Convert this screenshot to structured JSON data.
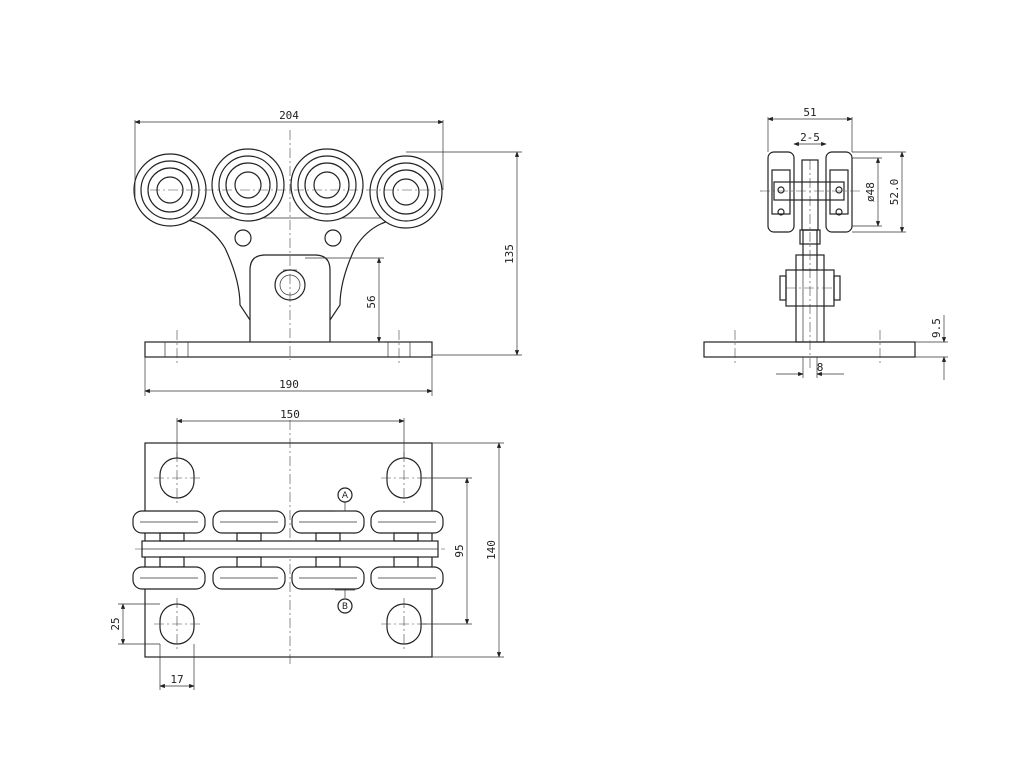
{
  "dimensions": {
    "front_width_top": "204",
    "front_height": "135",
    "front_axle_height": "56",
    "front_base_width": "190",
    "side_width": "51",
    "side_gap": "2-5",
    "side_dia_small": "ø48",
    "side_dia_large": "52.0",
    "side_base_thickness": "9.5",
    "side_slot_width": "8",
    "plan_hole_spacing": "150",
    "plan_slot_spacing": "95",
    "plan_depth": "140",
    "plan_slot_length": "25",
    "plan_slot_width": "17"
  },
  "section_markers": {
    "a": "A",
    "b": "B"
  }
}
